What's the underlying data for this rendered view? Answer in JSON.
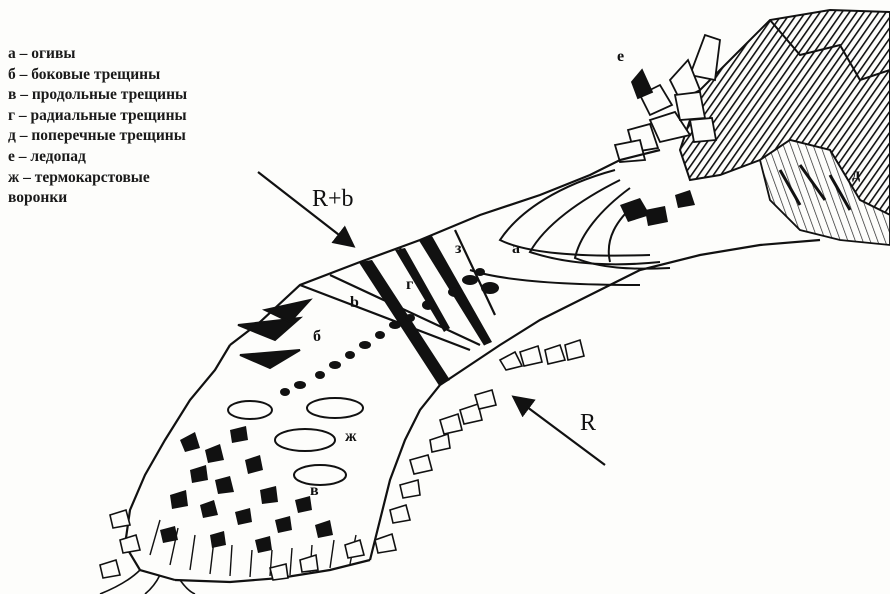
{
  "legend": {
    "items": [
      "а – огивы",
      "б – боковые трещины",
      "в – продольные трещины",
      "г – радиальные трещины",
      "д – поперечные трещины",
      "е – ледопад",
      "ж – термокарстовые",
      "воронки"
    ]
  },
  "labels": {
    "ogives": "а",
    "side_cracks": "б",
    "b_zone": "b",
    "radial_cracks": "г",
    "transverse_cracks": "д",
    "icefall": "е",
    "thermokarst": "ж",
    "longitudinal_cracks": "в",
    "z_zone": "з",
    "arrow_rb": "R+b",
    "arrow_r": "R"
  },
  "colors": {
    "ink": "#111111",
    "paper": "#fdfdfb",
    "shade": "#2a2a2a"
  }
}
